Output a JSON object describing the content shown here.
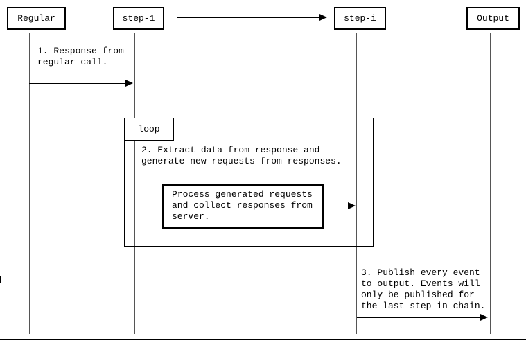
{
  "actors": {
    "regular": {
      "label": "Regular"
    },
    "step1": {
      "label": "step-1"
    },
    "stepi": {
      "label": "step-i"
    },
    "output": {
      "label": "Output"
    }
  },
  "fragment": {
    "label": "loop"
  },
  "messages": {
    "msg1": {
      "text": "1. Response from\nregular call.",
      "from": "Regular",
      "to": "step-1"
    },
    "msg2": {
      "text": "2. Extract data from response and\ngenerate new requests from responses.",
      "from": "step-1",
      "to": "step-i"
    },
    "process": {
      "text": "Process generated requests\nand collect responses from\nserver."
    },
    "msg3": {
      "text": "3. Publish every event\nto output. Events will\nonly be published for\nthe last step in chain.",
      "from": "step-i",
      "to": "Output"
    }
  },
  "colors": {
    "line": "#000000",
    "lifeline": "#555555",
    "background": "#ffffff"
  }
}
